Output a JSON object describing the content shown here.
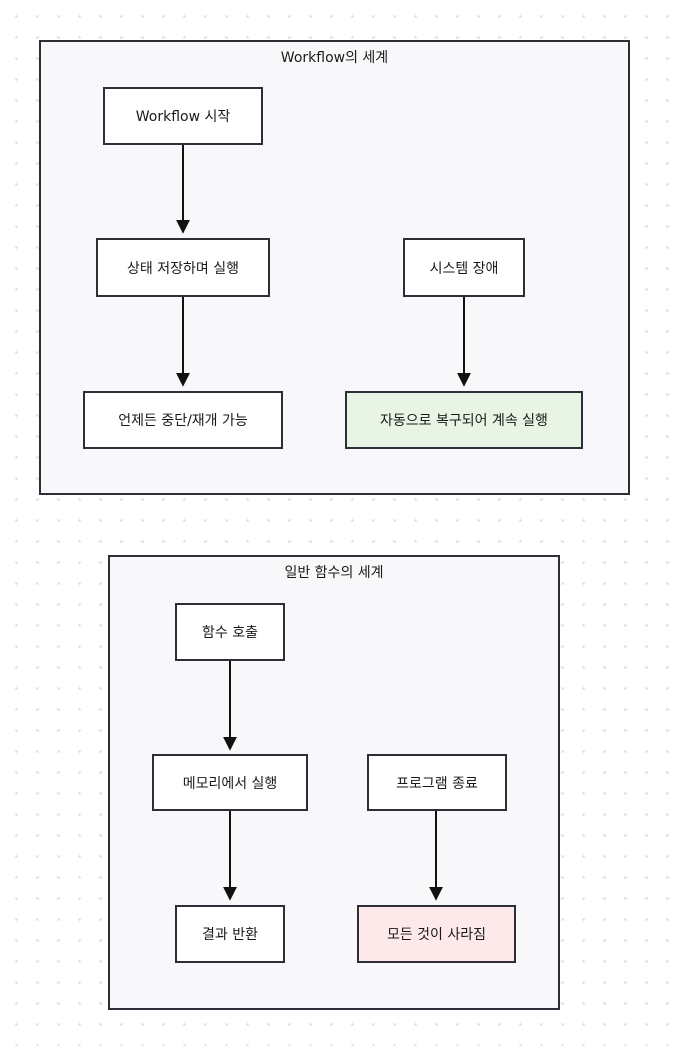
{
  "workflow_world": {
    "title": "Workflow의 세계",
    "nodes": {
      "start": "Workflow 시작",
      "run_with_state": "상태 저장하며 실행",
      "pause_resume": "언제든 중단/재개 가능",
      "system_failure": "시스템 장애",
      "auto_recover": "자동으로 복구되어 계속 실행"
    },
    "colors": {
      "auto_recover_fill": "#e8f4e4"
    }
  },
  "function_world": {
    "title": "일반 함수의 세계",
    "nodes": {
      "call": "함수 호출",
      "run_in_memory": "메모리에서 실행",
      "return_result": "결과 반환",
      "program_exit": "프로그램 종료",
      "all_lost": "모든 것이 사라짐"
    },
    "colors": {
      "all_lost_fill": "#fde8ea"
    }
  }
}
